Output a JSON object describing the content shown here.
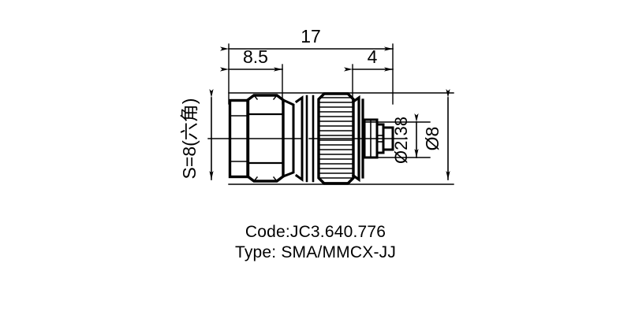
{
  "drawing": {
    "title_block": {
      "code_line": "Code:JC3.640.776",
      "type_line": "Type: SMA/MMCX-JJ"
    },
    "dimensions": {
      "overall_length": "17",
      "sma_length": "8.5",
      "mmcx_length": "4",
      "hex_across_flats": "S=8(六角)",
      "pin_diameter": "Ø2.38",
      "body_diameter": "Ø8"
    },
    "colors": {
      "line": "#000000",
      "background": "#ffffff",
      "text": "#000000"
    },
    "parts": [
      {
        "name": "flange-collar",
        "label": "flange collar"
      },
      {
        "name": "hex-nut-body",
        "label": "hex nut body"
      },
      {
        "name": "knurled-barrel",
        "label": "knurled barrel"
      },
      {
        "name": "step-ring",
        "label": "step ring"
      },
      {
        "name": "mmcx-plug-pin",
        "label": "MMCX plug pin"
      },
      {
        "name": "center-line",
        "label": "center line"
      }
    ]
  }
}
